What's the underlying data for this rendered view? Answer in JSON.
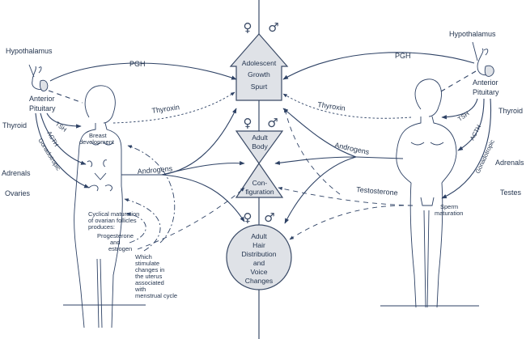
{
  "diagram": {
    "type": "hormonal-development-diagram",
    "center": {
      "growth_box": {
        "lines": [
          "Adolescent",
          "Growth",
          "Spurt"
        ]
      },
      "body_hourglass": {
        "top_lines": [
          "Adult",
          "Body"
        ],
        "bottom_lines": [
          "Con-",
          "figuration"
        ]
      },
      "hair_circle": {
        "lines": [
          "Adult",
          "Hair",
          "Distribution",
          "and",
          "Voice",
          "Changes"
        ]
      },
      "female_symbol": "♀",
      "male_symbol": "♂"
    },
    "female_side": {
      "hypothalamus": "Hypothalamus",
      "anterior_pituitary": [
        "Anterior",
        "Pituitary"
      ],
      "thyroid": "Thyroid",
      "adrenals": "Adrenals",
      "ovaries": "Ovaries",
      "pgh": "PGH",
      "tsh": "TSH",
      "acth": "ACTH",
      "gonadotropic": "Gonadotropic",
      "thyroxin": "Thyroxin",
      "androgens": "Androgens",
      "breast_development": [
        "Breast",
        "development"
      ],
      "cyclical": [
        "Cyclical maturation",
        "of ovarian follicles",
        "produces:"
      ],
      "hormones": [
        "Progesterone",
        "and",
        "estrogen"
      ],
      "which_stimulate": [
        "Which",
        "stimulate",
        "changes in",
        "the uterus",
        "associated",
        "with",
        "menstrual cycle"
      ]
    },
    "male_side": {
      "hypothalamus": "Hypothalamus",
      "anterior_pituitary": [
        "Anterior",
        "Pituitary"
      ],
      "thyroid": "Thyroid",
      "adrenals": "Adrenals",
      "testes": "Testes",
      "pgh": "PGH",
      "tsh": "TSH",
      "acth": "ACTH",
      "gonadotropic": "Gonadotropic",
      "thyroxin": "Thyroxin",
      "androgens": "Androgens",
      "testosterone": "Testosterone",
      "sperm_maturation": [
        "Sperm",
        "maturation"
      ]
    },
    "colors": {
      "ink": "#2e4265",
      "shape_fill": "#dfe2e7",
      "background": "#ffffff"
    }
  }
}
